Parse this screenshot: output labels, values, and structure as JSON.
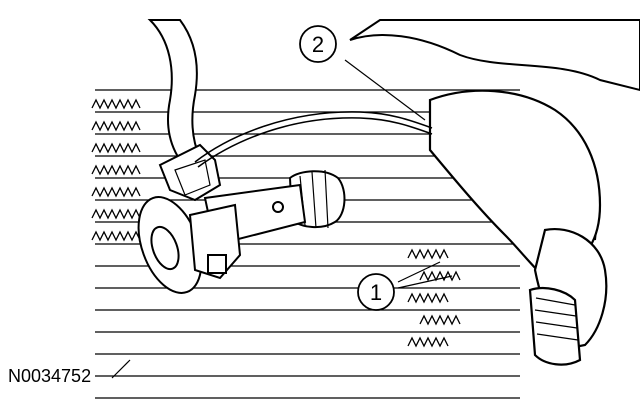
{
  "figure_id": "N0034752",
  "callouts": [
    {
      "id": "callout-1",
      "label": "1"
    },
    {
      "id": "callout-2",
      "label": "2"
    }
  ],
  "colors": {
    "ink": "#000000",
    "paper": "#ffffff"
  }
}
